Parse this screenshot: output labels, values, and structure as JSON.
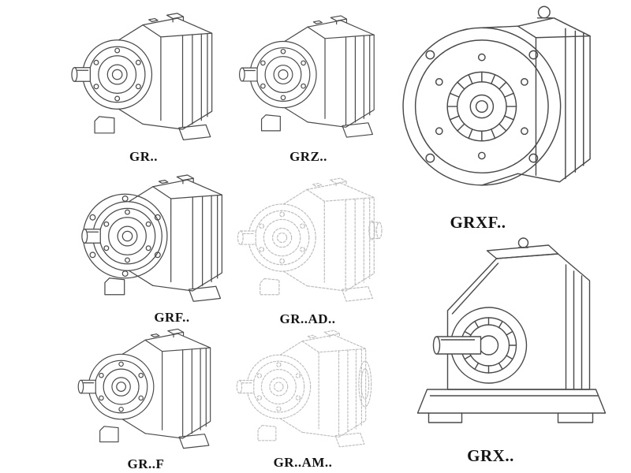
{
  "colors": {
    "line": "#4a4a4a",
    "line_faded": "#bdbdc2",
    "label": "#141414",
    "bg": "#ffffff"
  },
  "items": [
    {
      "id": "gr",
      "label": "GR..",
      "drawing": "inline-helical-gearbox",
      "rendering": "solid"
    },
    {
      "id": "grz",
      "label": "GRZ..",
      "drawing": "inline-helical-gearbox",
      "rendering": "solid"
    },
    {
      "id": "grxf",
      "label": "GRXF..",
      "drawing": "flange-mounted-gearbox",
      "rendering": "solid"
    },
    {
      "id": "grf",
      "label": "GRF..",
      "drawing": "flange-inline-gearbox",
      "rendering": "solid"
    },
    {
      "id": "gr_ad",
      "label": "GR..AD..",
      "drawing": "inline-gearbox-with-input-adapter",
      "rendering": "dashed-faded"
    },
    {
      "id": "gr_f",
      "label": "GR..F",
      "drawing": "foot-mounted-gearbox",
      "rendering": "solid"
    },
    {
      "id": "gr_am",
      "label": "GR..AM..",
      "drawing": "inline-gearbox-with-motor-flange",
      "rendering": "dashed-faded"
    },
    {
      "id": "grx",
      "label": "GRX..",
      "drawing": "shaft-front-gearbox",
      "rendering": "solid"
    }
  ]
}
